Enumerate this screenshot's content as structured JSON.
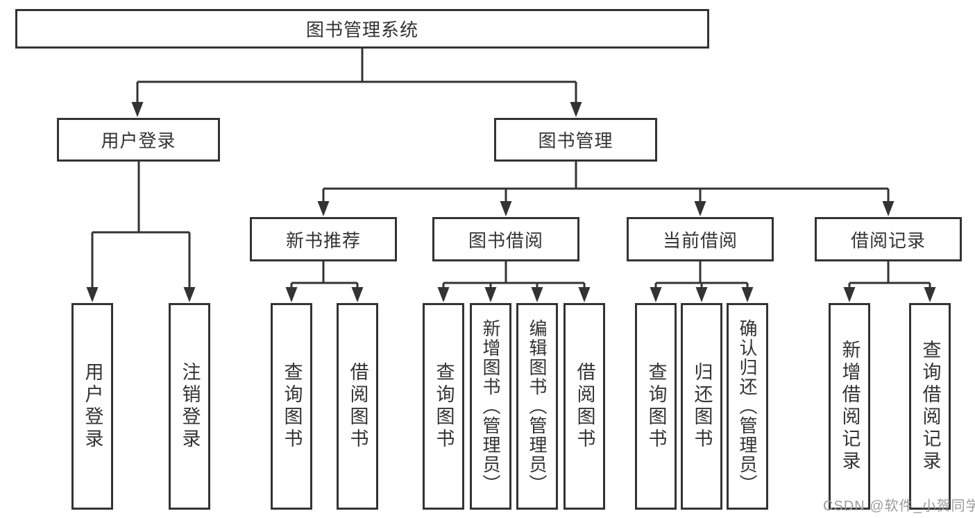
{
  "tree": {
    "root": {
      "label": "图书管理系统"
    },
    "level2": {
      "user_login": {
        "label": "用户登录"
      },
      "book_management": {
        "label": "图书管理"
      }
    },
    "level3": {
      "new_book_recommend": {
        "label": "新书推荐"
      },
      "book_borrow": {
        "label": "图书借阅"
      },
      "current_borrow": {
        "label": "当前借阅"
      },
      "borrow_record": {
        "label": "借阅记录"
      }
    },
    "leaves": {
      "user_login": [
        {
          "label": "用户登录"
        },
        {
          "label": "注销登录"
        }
      ],
      "new_book_recommend": [
        {
          "label": "查询图书"
        },
        {
          "label": "借阅图书"
        }
      ],
      "book_borrow": [
        {
          "label": "查询图书"
        },
        {
          "label": "新增图书（管理员）"
        },
        {
          "label": "编辑图书（管理员）"
        },
        {
          "label": "借阅图书"
        }
      ],
      "current_borrow": [
        {
          "label": "查询图书"
        },
        {
          "label": "归还图书"
        },
        {
          "label": "确认归还（管理员）"
        }
      ],
      "borrow_record": [
        {
          "label": "新增借阅记录"
        },
        {
          "label": "查询借阅记录"
        }
      ]
    }
  },
  "watermark": {
    "text": "CSDN @软件_小贺同学"
  },
  "colors": {
    "line": "#333333",
    "text": "#333333",
    "box_background": "#ffffff",
    "watermark": "#9b9b9b",
    "background": "#ffffff"
  }
}
